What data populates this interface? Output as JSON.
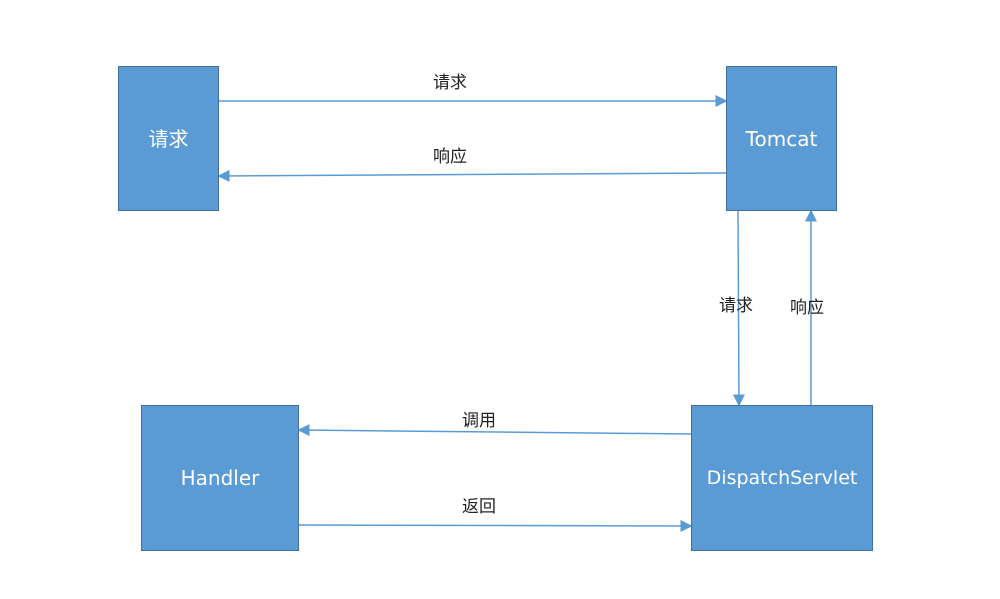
{
  "colors": {
    "node_fill": "#5b9bd5",
    "node_border": "#41719c",
    "edge": "#5b9bd5",
    "node_text": "#ffffff",
    "label_text": "#222222"
  },
  "nodes": {
    "request": "请求",
    "tomcat": "Tomcat",
    "handler": "Handler",
    "dispatch": "DispatchServlet"
  },
  "edges": {
    "request_to_tomcat": "请求",
    "tomcat_to_request": "响应",
    "tomcat_to_dispatch": "请求",
    "dispatch_to_tomcat": "响应",
    "dispatch_to_handler": "调用",
    "handler_to_dispatch": "返回"
  }
}
